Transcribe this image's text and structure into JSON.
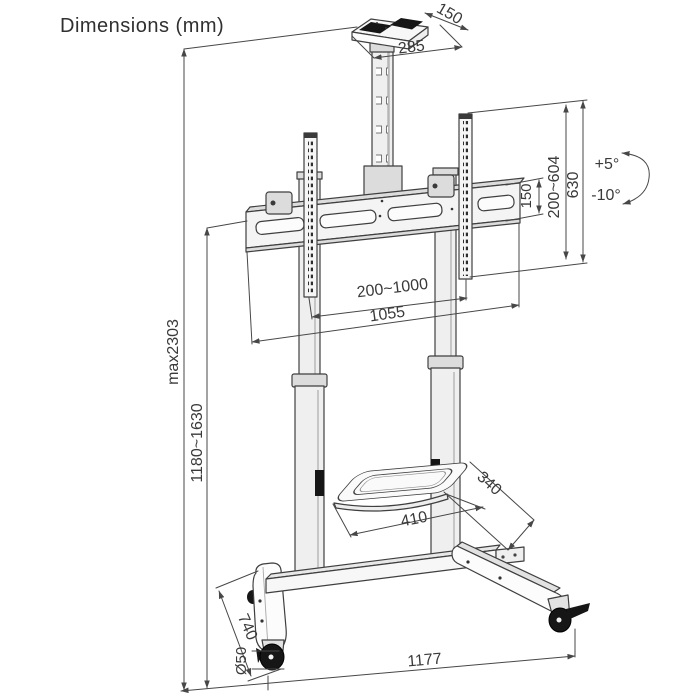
{
  "title": "Dimensions (mm)",
  "units": "mm",
  "colors": {
    "line": "#3f3f3f",
    "dim_line": "#474747",
    "text": "#3a3a3a",
    "metal_light": "#efefef",
    "dark_fill": "#161616",
    "background": "#ffffff"
  },
  "dims": {
    "top_shelf_depth": "150",
    "top_shelf_width": "285",
    "display_column_height": "630",
    "vesa_height_range": "200~604",
    "bracket_bar_height": "150",
    "tilt_up": "+5°",
    "tilt_down": "-10°",
    "vesa_width_range": "200~1000",
    "bracket_bar_width": "1055",
    "max_total_height": "max2303",
    "screen_center_height_range": "1180~1630",
    "tray_depth": "340",
    "tray_width": "410",
    "base_leg_length": "740",
    "caster_diameter": "Ø50",
    "base_width": "1177"
  }
}
